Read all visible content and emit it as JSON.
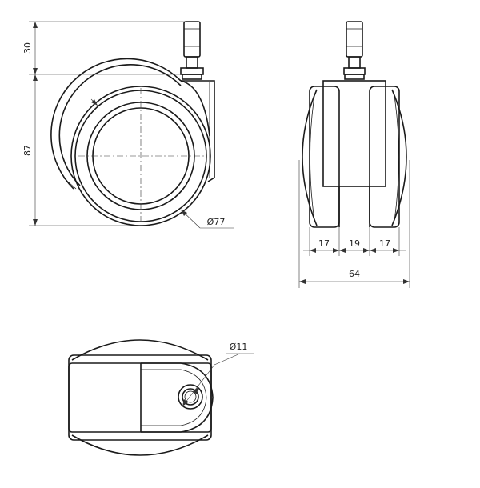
{
  "dimensions": {
    "stem_height": "30",
    "total_height": "87",
    "wheel_diameter": "Ø77",
    "wheel_width": "17",
    "gap_width": "19",
    "wheel_width_right": "17",
    "overall_width": "64",
    "stem_diameter": "Ø11"
  }
}
